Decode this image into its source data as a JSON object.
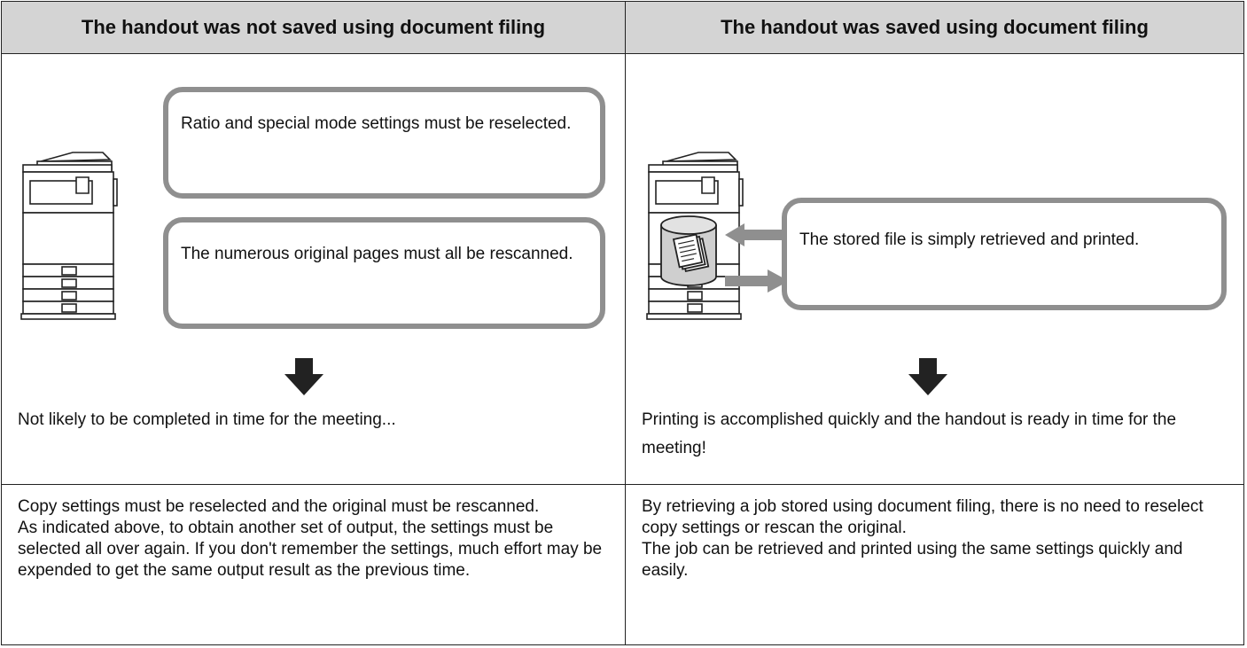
{
  "headers": {
    "not_saved": "The handout was not saved using document filing",
    "saved": "The handout was saved using document filing"
  },
  "left_panel": {
    "bubble_1": "Ratio and special mode settings must be reselected.",
    "bubble_2": "The numerous original pages must all be rescanned.",
    "result": "Not likely to be completed in time for the meeting..."
  },
  "right_panel": {
    "bubble": "The stored file is simply retrieved and printed.",
    "result": "Printing is accomplished quickly and the handout is ready in time for the meeting!"
  },
  "notes": {
    "left_line_1": "Copy settings must be reselected and the original must be rescanned.",
    "left_line_2": "As indicated above, to obtain another set of output, the settings must be selected all over again. If you don't remember the settings, much effort may be expended to get the same output result as the previous time.",
    "right_line_1": "By retrieving a job stored using document filing, there is no need to reselect copy settings or rescan the original.",
    "right_line_2": "The job can be retrieved and printed using the same settings quickly and easily."
  },
  "icons": {
    "left_machine": "copier-icon",
    "right_machine": "copier-with-storage-icon",
    "storage": "document-storage-icon",
    "down_arrow": "down-arrow-icon",
    "retrieve_arrow": "left-arrow-icon",
    "print_arrow": "right-arrow-icon"
  },
  "colors": {
    "header_bg": "#d4d4d4",
    "bubble_border": "#8f8f8f",
    "line": "#222222"
  }
}
